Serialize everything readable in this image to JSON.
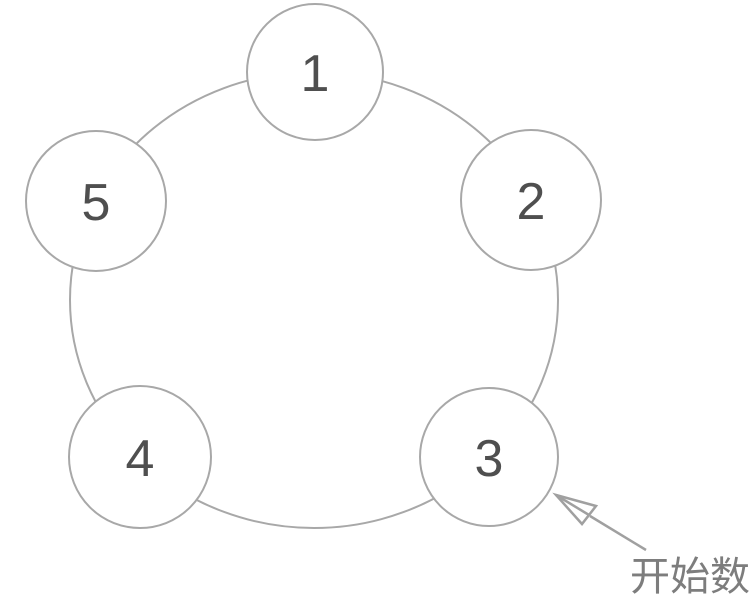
{
  "diagram": {
    "type": "circular-counting-diagram",
    "nodes": [
      {
        "label": "1"
      },
      {
        "label": "2"
      },
      {
        "label": "3"
      },
      {
        "label": "4"
      },
      {
        "label": "5"
      }
    ],
    "annotation": {
      "label": "开始数",
      "target_node": "3"
    },
    "colors": {
      "ring_stroke": "#a8a8a8",
      "node_fill": "#ffffff",
      "node_stroke": "#a8a8a8",
      "number_color": "#4f4f4f",
      "arrow_color": "#a0a0a0",
      "annotation_color": "#7d7d7d",
      "background": "#ffffff"
    }
  }
}
